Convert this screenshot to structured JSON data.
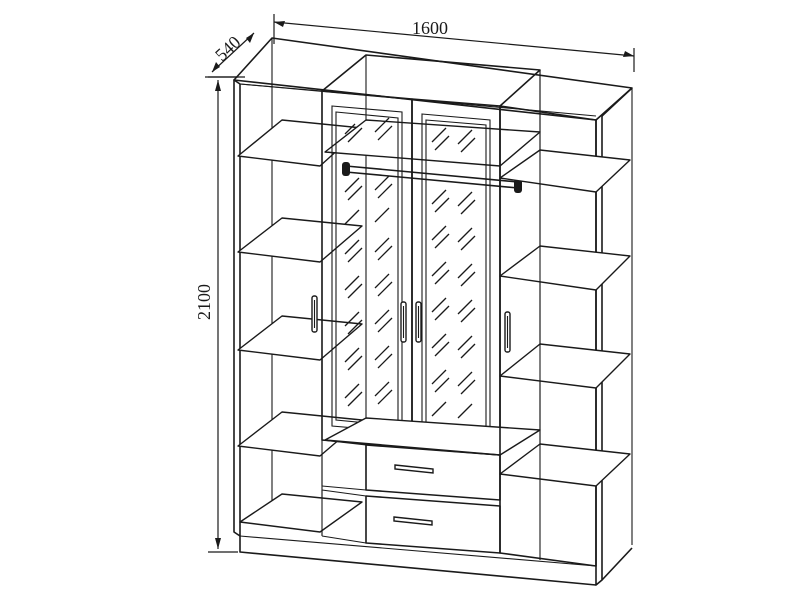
{
  "dimensions": {
    "width": "1600",
    "depth": "540",
    "height": "2100"
  },
  "colors": {
    "line": "#1a1a1a",
    "background": "#ffffff"
  }
}
